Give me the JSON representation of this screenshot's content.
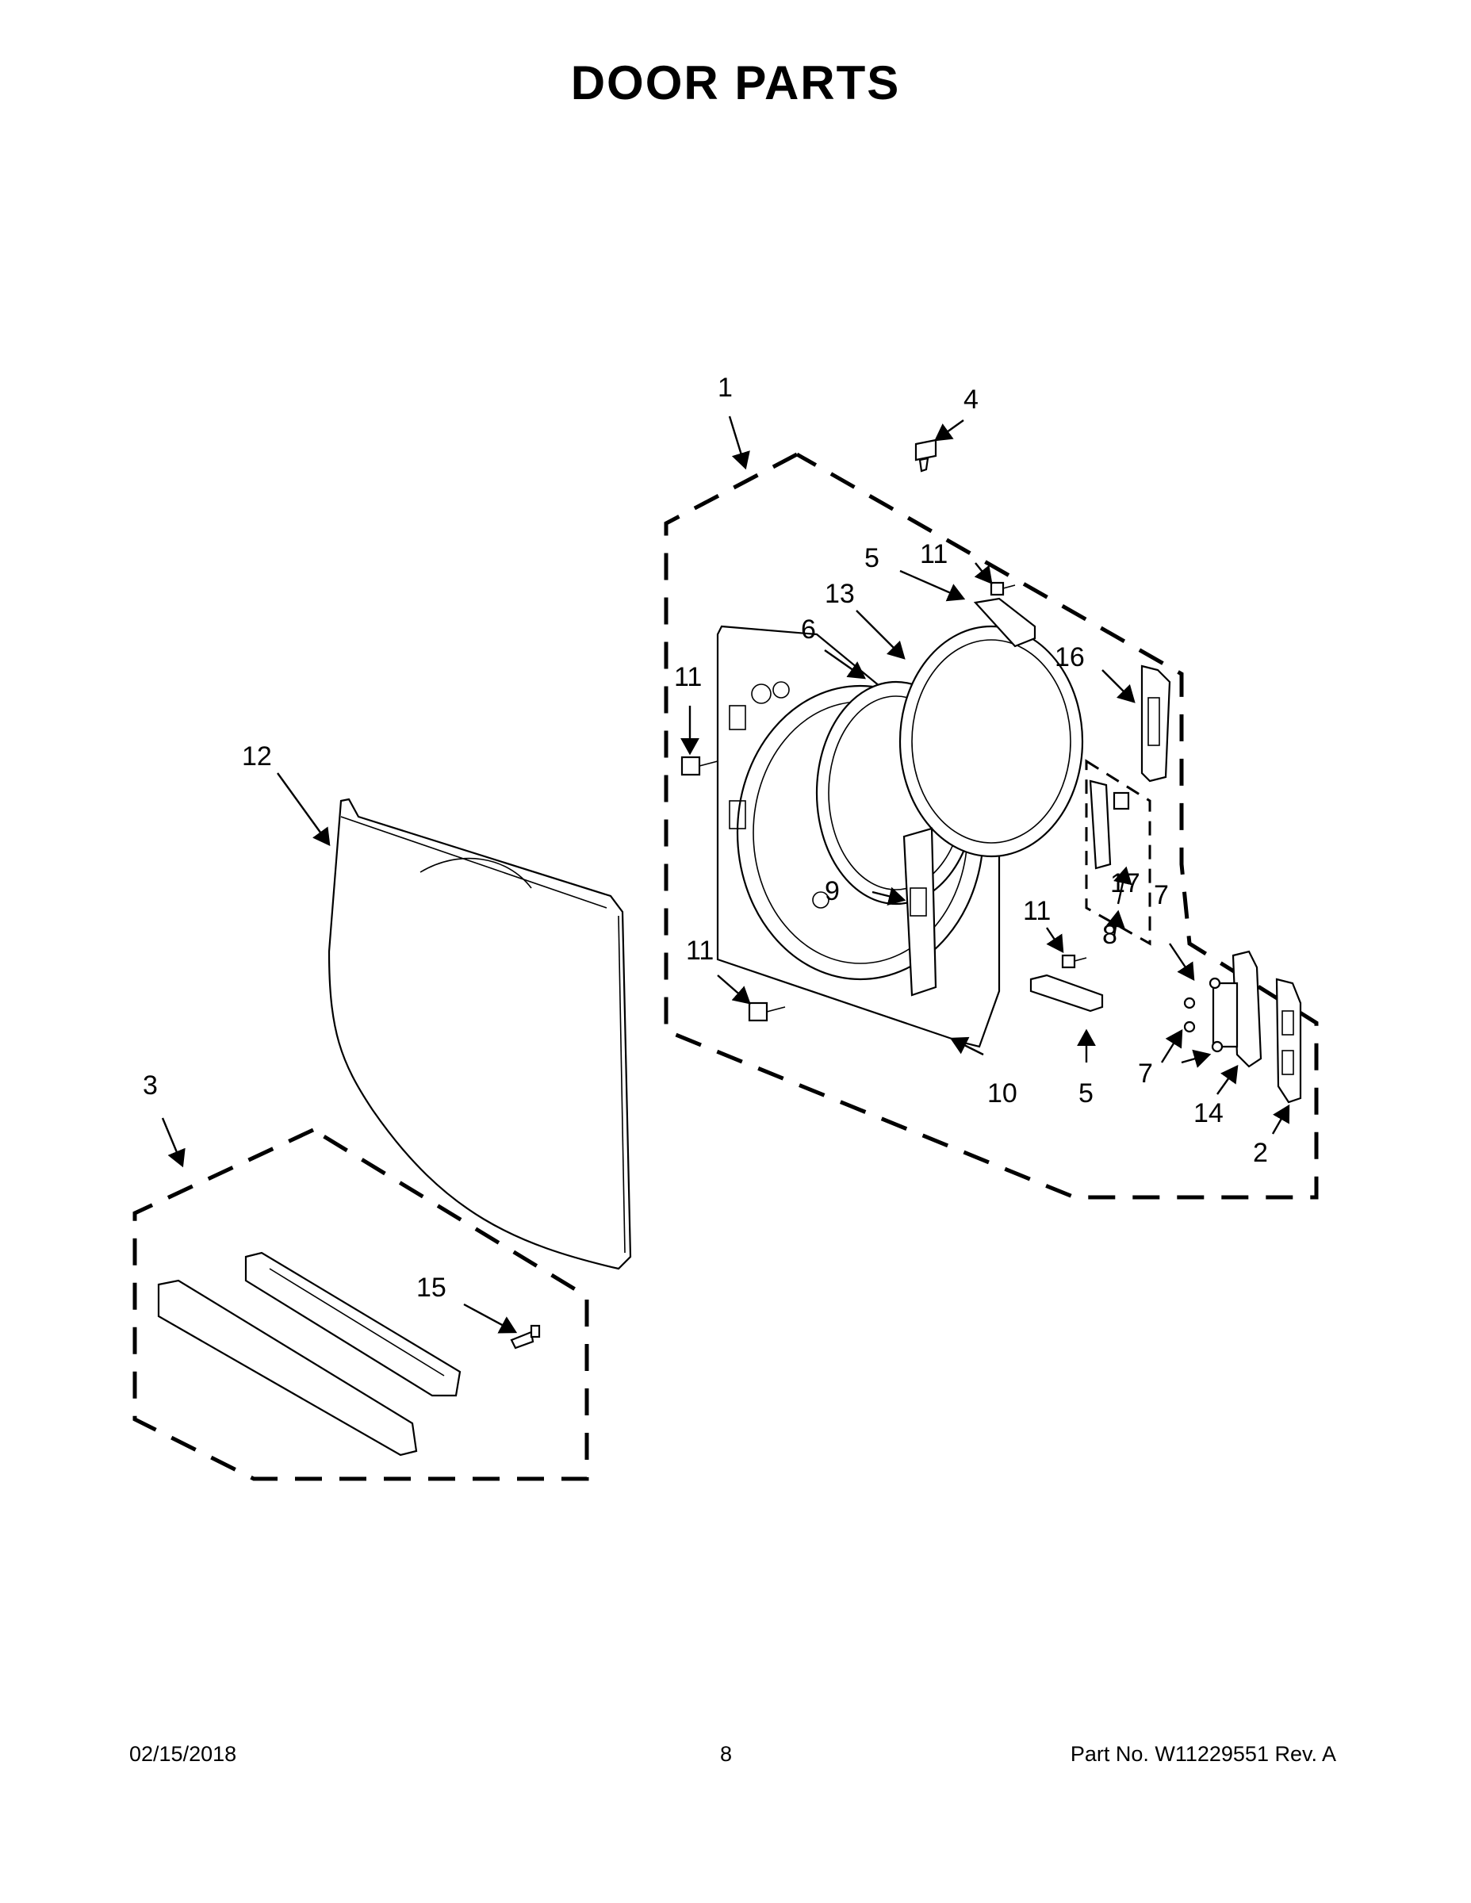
{
  "title": "DOOR PARTS",
  "footer": {
    "date": "02/15/2018",
    "page": "8",
    "part_number": "Part No.  W11229551  Rev.  A"
  },
  "callouts": {
    "c1": "1",
    "c2": "2",
    "c3": "3",
    "c4": "4",
    "c5a": "5",
    "c5b": "5",
    "c6": "6",
    "c7a": "7",
    "c7b": "7",
    "c8": "8",
    "c9": "9",
    "c10": "10",
    "c11a": "11",
    "c11b": "11",
    "c11c": "11",
    "c11d": "11",
    "c12": "12",
    "c13": "13",
    "c14": "14",
    "c15": "15",
    "c16": "16",
    "c17": "17"
  }
}
